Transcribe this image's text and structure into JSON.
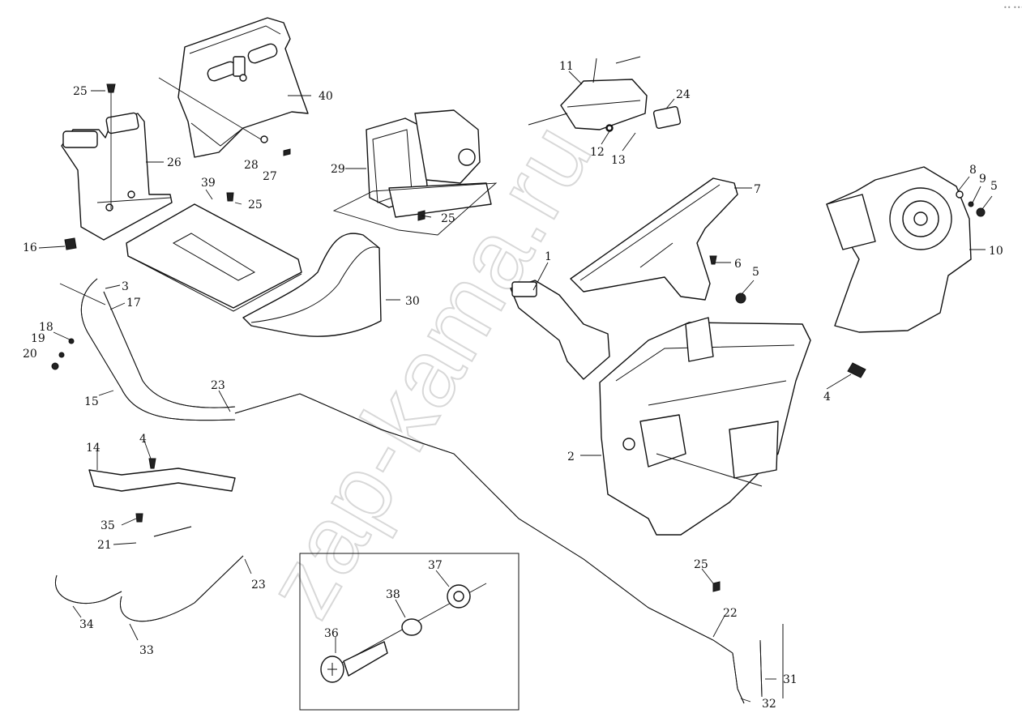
{
  "watermark": "zap-kama.ru",
  "corner_mark": "•• •••",
  "inset_box_parts": [
    "36",
    "37",
    "38"
  ],
  "callouts": [
    {
      "id": "25a",
      "text": "25"
    },
    {
      "id": "40",
      "text": "40"
    },
    {
      "id": "26",
      "text": "26"
    },
    {
      "id": "28",
      "text": "28"
    },
    {
      "id": "27",
      "text": "27"
    },
    {
      "id": "39",
      "text": "39"
    },
    {
      "id": "25b",
      "text": "25"
    },
    {
      "id": "16",
      "text": "16"
    },
    {
      "id": "3",
      "text": "3"
    },
    {
      "id": "17",
      "text": "17"
    },
    {
      "id": "18",
      "text": "18"
    },
    {
      "id": "19",
      "text": "19"
    },
    {
      "id": "20",
      "text": "20"
    },
    {
      "id": "15",
      "text": "15"
    },
    {
      "id": "23a",
      "text": "23"
    },
    {
      "id": "14",
      "text": "14"
    },
    {
      "id": "4a",
      "text": "4"
    },
    {
      "id": "35",
      "text": "35"
    },
    {
      "id": "21",
      "text": "21"
    },
    {
      "id": "23b",
      "text": "23"
    },
    {
      "id": "34",
      "text": "34"
    },
    {
      "id": "33",
      "text": "33"
    },
    {
      "id": "29",
      "text": "29"
    },
    {
      "id": "25c",
      "text": "25"
    },
    {
      "id": "30",
      "text": "30"
    },
    {
      "id": "11",
      "text": "11"
    },
    {
      "id": "24",
      "text": "24"
    },
    {
      "id": "12",
      "text": "12"
    },
    {
      "id": "13",
      "text": "13"
    },
    {
      "id": "7",
      "text": "7"
    },
    {
      "id": "8",
      "text": "8"
    },
    {
      "id": "9",
      "text": "9"
    },
    {
      "id": "5a",
      "text": "5"
    },
    {
      "id": "10",
      "text": "10"
    },
    {
      "id": "1",
      "text": "1"
    },
    {
      "id": "6",
      "text": "6"
    },
    {
      "id": "5b",
      "text": "5"
    },
    {
      "id": "4b",
      "text": "4"
    },
    {
      "id": "2",
      "text": "2"
    },
    {
      "id": "37",
      "text": "37"
    },
    {
      "id": "38",
      "text": "38"
    },
    {
      "id": "36",
      "text": "36"
    },
    {
      "id": "25d",
      "text": "25"
    },
    {
      "id": "22",
      "text": "22"
    },
    {
      "id": "31",
      "text": "31"
    },
    {
      "id": "32",
      "text": "32"
    }
  ]
}
